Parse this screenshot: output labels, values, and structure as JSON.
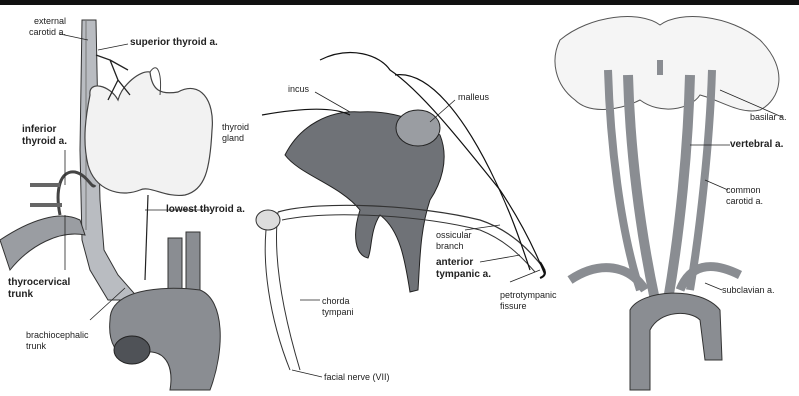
{
  "colors": {
    "background": "#ffffff",
    "artery_fill": "#8a8d92",
    "artery_dark": "#4f5257",
    "nerve": "#222222",
    "gland_fill": "#f2f2f2",
    "bone_fill": "#6f7277"
  },
  "panel_thyroid": {
    "external_carotid": "external\ncarotid a.",
    "superior_thyroid": "superior thyroid a.",
    "thyroid_gland": "thyroid\ngland",
    "inferior_thyroid": "inferior\nthyroid a.",
    "lowest_thyroid": "lowest thyroid a.",
    "thyrocervical_trunk": "thyrocervical\ntrunk",
    "brachiocephalic_trunk": "brachiocephalic\ntrunk"
  },
  "panel_ear": {
    "incus": "incus",
    "malleus": "malleus",
    "ossicular_branch": "ossicular\nbranch",
    "anterior_tympanic": "anterior\ntympanic a.",
    "petrotympanic_fissure": "petrotympanic\nfissure",
    "chorda_tympani": "chorda\ntympani",
    "facial_nerve": "facial nerve (VII)"
  },
  "panel_neck": {
    "basilar": "basilar a.",
    "vertebral": "vertebral a.",
    "common_carotid": "common\ncarotid a.",
    "subclavian": "subclavian a."
  }
}
